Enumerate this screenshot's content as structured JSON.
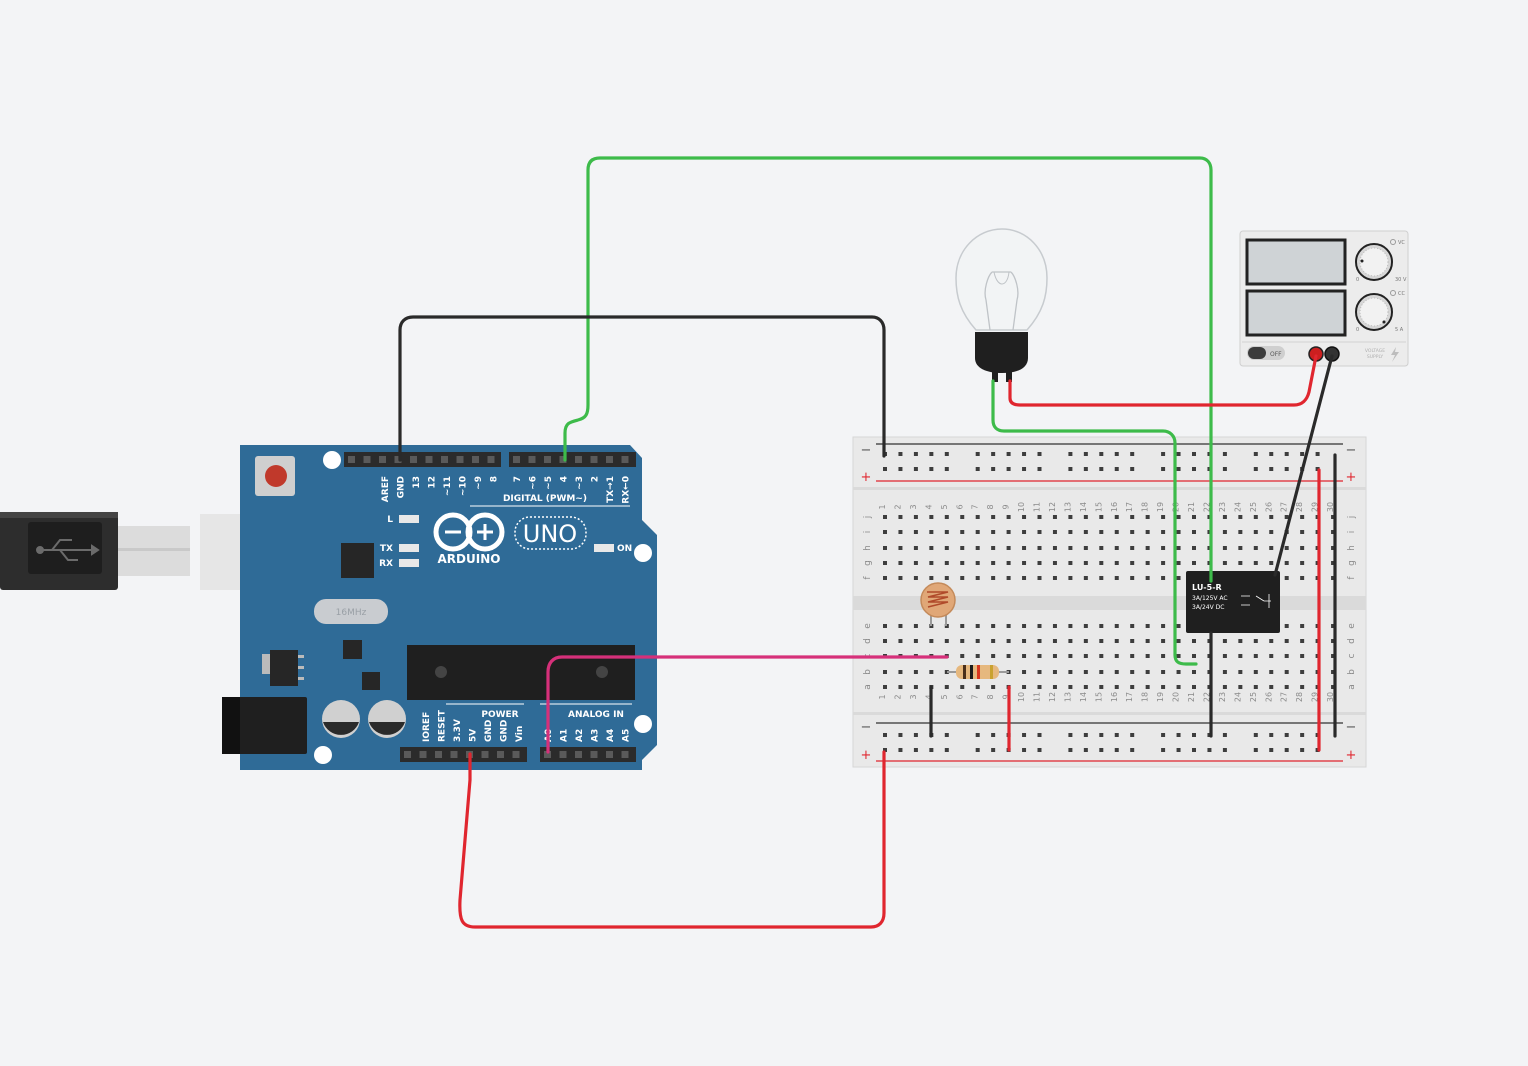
{
  "canvas": {
    "background": "#f3f4f6"
  },
  "colors": {
    "arduino": "#2f6b97",
    "arduino_dark": "#24577d",
    "header": "#2b2b2b",
    "wire_green": "#3dbb4a",
    "wire_black": "#2a2a2a",
    "wire_red": "#e0262f",
    "wire_pink": "#d6307a",
    "breadboard": "#e9e9e9",
    "rail_red": "#e0262f",
    "rail_black": "#333333"
  },
  "arduino": {
    "brand": "ARDUINO",
    "model": "UNO",
    "digital_label": "DIGITAL (PWM~)",
    "power_label": "POWER",
    "analog_label": "ANALOG IN",
    "led_l": "L",
    "led_tx": "TX",
    "led_rx": "RX",
    "led_on": "ON",
    "crystal": "16MHz",
    "digital_pins_left": [
      "AREF",
      "GND",
      "13",
      "12",
      "~11",
      "~10",
      "~9",
      "8"
    ],
    "digital_pins_right": [
      "7",
      "~6",
      "~5",
      "4",
      "~3",
      "2",
      "TX→1",
      "RX←0"
    ],
    "power_pins": [
      "IOREF",
      "RESET",
      "3.3V",
      "5V",
      "GND",
      "GND",
      "Vin"
    ],
    "analog_pins": [
      "A0",
      "A1",
      "A2",
      "A3",
      "A4",
      "A5"
    ]
  },
  "usb": {
    "icon": "usb-icon"
  },
  "breadboard": {
    "rows_top": [
      "j",
      "i",
      "h",
      "g",
      "f"
    ],
    "rows_bottom": [
      "e",
      "d",
      "c",
      "b",
      "a"
    ],
    "columns": [
      "1",
      "2",
      "3",
      "4",
      "5",
      "6",
      "7",
      "8",
      "9",
      "10",
      "11",
      "12",
      "13",
      "14",
      "15",
      "16",
      "17",
      "18",
      "19",
      "20",
      "21",
      "22",
      "23",
      "24",
      "25",
      "26",
      "27",
      "28",
      "29",
      "30"
    ],
    "rail_minus": "−",
    "rail_plus": "+"
  },
  "relay": {
    "model": "LU-5-R",
    "rating_ac": "3A/125V AC",
    "rating_dc": "3A/24V DC"
  },
  "power_supply": {
    "switch": "OFF",
    "voltage_max": "30 V",
    "current_max": "5 A",
    "dial_zero": "0",
    "label_1": "VOLTAGE",
    "label_2": "SUPPLY",
    "vc": "VC",
    "cc": "CC"
  }
}
